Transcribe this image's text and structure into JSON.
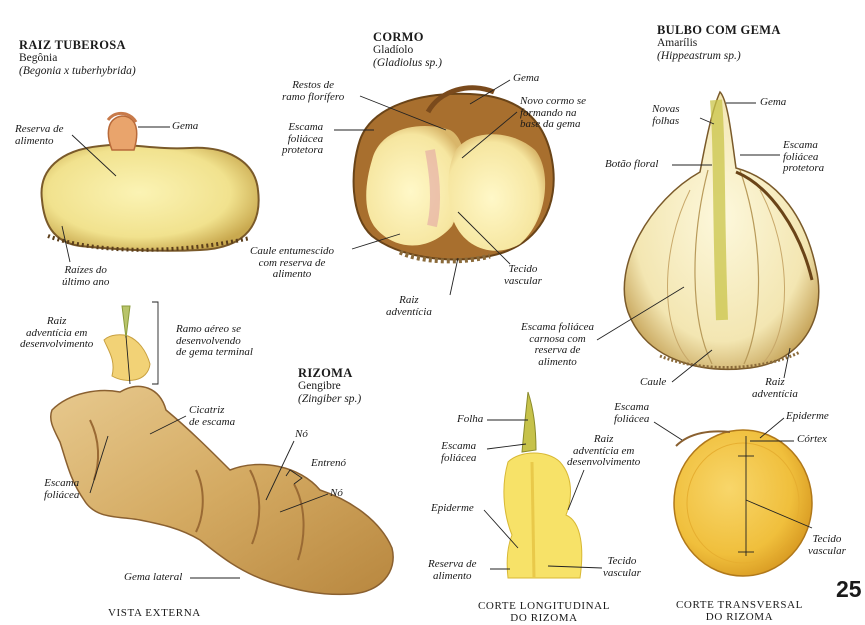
{
  "sections": {
    "raiz": {
      "title": "RAIZ TUBEROSA",
      "common": "Begônia",
      "scientific": "(Begonia x tuberhybrida)"
    },
    "cormo": {
      "title": "CORMO",
      "common": "Gladíolo",
      "scientific": "(Gladiolus sp.)"
    },
    "bulbo": {
      "title": "BULBO COM GEMA",
      "common": "Amarílis",
      "scientific": "(Hippeastrum sp.)"
    },
    "rizoma": {
      "title": "RIZOMA",
      "common": "Gengibre",
      "scientific": "(Zingiber sp.)"
    }
  },
  "labels": {
    "raiz_reserva": [
      "Reserva de",
      "alimento"
    ],
    "raiz_gema": [
      "Gema"
    ],
    "raiz_raizes": [
      "Raízes do",
      "último ano"
    ],
    "cormo_restos": [
      "Restos de",
      "ramo florífero"
    ],
    "cormo_gema": [
      "Gema"
    ],
    "cormo_escama": [
      "Escama",
      "foliácea",
      "protetora"
    ],
    "cormo_novo": [
      "Novo cormo se",
      "formando na",
      "base da gema"
    ],
    "cormo_caule": [
      "Caule entumescido",
      "com reserva de",
      "alimento"
    ],
    "cormo_tecido": [
      "Tecido",
      "vascular"
    ],
    "cormo_raiz": [
      "Raiz",
      "adventícia"
    ],
    "bulbo_novas": [
      "Novas",
      "folhas"
    ],
    "bulbo_gema": [
      "Gema"
    ],
    "bulbo_botao": [
      "Botão floral"
    ],
    "bulbo_escama": [
      "Escama",
      "foliácea",
      "protetora"
    ],
    "bulbo_carnosa": [
      "Escama foliácea",
      "carnosa com",
      "reserva de",
      "alimento"
    ],
    "bulbo_caule": [
      "Caule"
    ],
    "bulbo_raiz": [
      "Raiz",
      "adventícia"
    ],
    "rz_raiz": [
      "Raiz",
      "adventícia em",
      "desenvolvimento"
    ],
    "rz_ramo": [
      "Ramo aéreo se",
      "desenvolvendo",
      "de gema terminal"
    ],
    "rz_cicatriz": [
      "Cicatriz",
      "de escama"
    ],
    "rz_no1": [
      "Nó"
    ],
    "rz_entreno": [
      "Entrenó"
    ],
    "rz_no2": [
      "Nó"
    ],
    "rz_escama": [
      "Escama",
      "foliácea"
    ],
    "rz_gema": [
      "Gema lateral"
    ],
    "cl_folha": [
      "Folha"
    ],
    "cl_escama": [
      "Escama",
      "foliácea"
    ],
    "cl_raiz": [
      "Raiz",
      "adventícia em",
      "desenvolvimento"
    ],
    "cl_epiderme": [
      "Epiderme"
    ],
    "cl_reserva": [
      "Reserva de",
      "alimento"
    ],
    "cl_tecido": [
      "Tecido",
      "vascular"
    ],
    "ct_escama": [
      "Escama",
      "foliácea"
    ],
    "ct_epiderme": [
      "Epiderme"
    ],
    "ct_cortex": [
      "Córtex"
    ],
    "ct_tecido": [
      "Tecido",
      "vascular"
    ]
  },
  "captions": {
    "vista": [
      "VISTA EXTERNA"
    ],
    "longitudinal": [
      "CORTE LONGITUDINAL",
      "DO RIZOMA"
    ],
    "transversal": [
      "CORTE TRANSVERSAL",
      "DO RIZOMA"
    ]
  },
  "page_number": "25"
}
